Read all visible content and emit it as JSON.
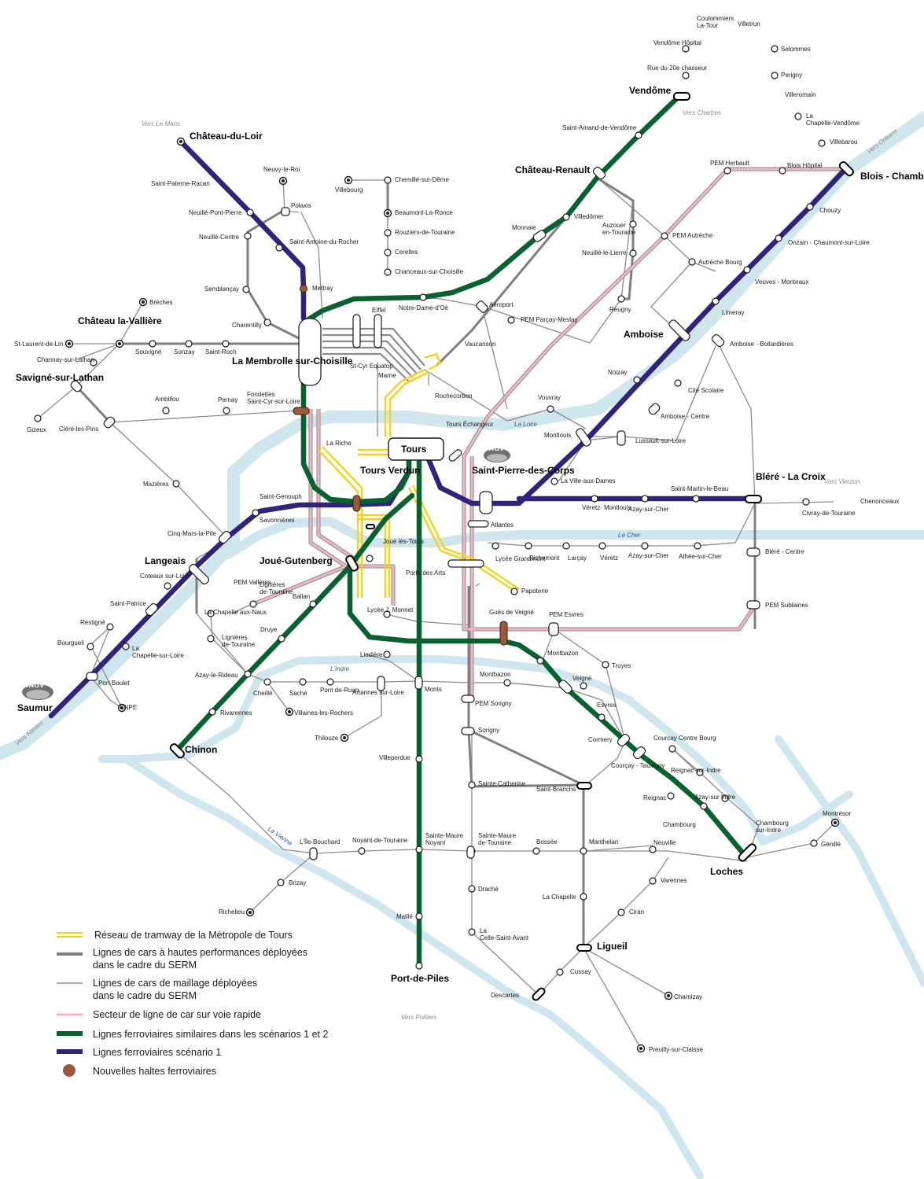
{
  "colors": {
    "river": "#cfe6ee",
    "tram": "#f4d21f",
    "bus_hp": "#7f7f7f",
    "bus_mesh": "#8c8c8c",
    "expressway": "#f0b7c0",
    "rail_green": "#0a6130",
    "rail_purple": "#30237a",
    "new_halt": "#9a583c"
  },
  "directions": [
    "Vers Le Mans",
    "Vers Chartres",
    "Vers Orléans",
    "Vers Vierzon",
    "Vers Nantes",
    "Vers Poitiers"
  ],
  "rivers": [
    "La Loire",
    "Le Cher",
    "L'Indre",
    "La Vienne"
  ],
  "hubs": [
    "Tours",
    "Tours Verdun",
    "Saint-Pierre-des-Corps",
    "La Membrolle sur-Choisille",
    "Joué-Gutenberg",
    "Château-du-Loir",
    "Château la-Vallière",
    "Savigné-sur-Lathan",
    "Vendôme",
    "Château-Renault",
    "Blois - Chambord",
    "Amboise",
    "Bléré - La Croix",
    "Langeais",
    "Saumur",
    "Chinon",
    "Port-de-Piles",
    "Loches",
    "Ligueil"
  ],
  "stations": [
    "Coulommiers La-Tour",
    "Villetrun",
    "Vendôme Hôpital",
    "Selommes",
    "Rue du 20e chasseur",
    "Perigny",
    "Villeromain",
    "La Chapelle-Vendôme",
    "Villebarou",
    "Saint-Amand-de-Vendôme",
    "PEM Herbault",
    "Blois Hôpital",
    "Chouzy",
    "Onzain - Chaumont-sur-Loire",
    "Veuves - Monteaux",
    "Limeray",
    "Amboise - Boitardières",
    "Cité Scolaire",
    "Amboise - Centre",
    "Lussault-sur-Loire",
    "Noizay",
    "Vouvray",
    "Montlouis",
    "La Ville-aux-Dames",
    "Saint-Martin-le-Beau",
    "Véretz- Montlouis",
    "Azay-sur-Cher",
    "Chenonceaux",
    "Civray-de-Touraine",
    "Bléré - Centre",
    "PEM Sublaines",
    "Villedômer",
    "Auzouer en-Touraine",
    "Neuillé-le-Lierre",
    "Reugny",
    "Monnaie",
    "PEM Autrèche",
    "Autrèche Bourg",
    "Aéroport",
    "PEM Parçay-Meslay",
    "Vaucanson",
    "Rochecorbon",
    "Tours Échangeur",
    "Neuvy-le-Roi",
    "Polaxis",
    "Villebourg",
    "Chemillé-sur-Dême",
    "Beaumont-La-Ronce",
    "Rouziers-de-Touraine",
    "Cerelles",
    "Chanceaux-sur-Choisille",
    "Notre-Dame-d'Oé",
    "Saint-Paterne-Racan",
    "Neuillé-Pont-Pierre",
    "Neuillé-Centre",
    "Saint-Antoine-du-Rocher",
    "Mettray",
    "Semblançay",
    "Charentilly",
    "Eiffel",
    "Marne",
    "St-Cyr Equatop",
    "Brèches",
    "St-Laurent-de-Lin",
    "Souvigné",
    "Sonzay",
    "Saint-Roch",
    "Channay-sur-Lathan",
    "Gizeux",
    "Ambillou",
    "Pernay",
    "Fondettes Saint-Cyr-sur-Loire",
    "Cléré-les-Pins",
    "La Riche",
    "Mazières",
    "Saint-Genouph",
    "Savonnières",
    "Cinq-Mars-la-Pile",
    "Coteaux sur-Loire",
    "Saint-Patrice",
    "Restigné",
    "Bourgueil",
    "La Chapelle-sur-Loire",
    "Port Boulet",
    "CNPE",
    "La Chapelle aux-Naux",
    "Lignières de-Touraine",
    "Lignières de-Touraine",
    "PEM Vallères",
    "Ballan",
    "Druye",
    "Azay-le-Rideau",
    "Rivarennes",
    "Cheillé",
    "Saché",
    "Pont de-Ruan",
    "Artannes sur-Loire",
    "Villaines-les-Rochers",
    "Thilouze",
    "Joué lès-Tours",
    "Porte des Arts",
    "Lycée J. Monnet",
    "Liodière",
    "Monts",
    "Atlantes",
    "Lycée Grandmont",
    "Richemont",
    "Larçay",
    "Véretz",
    "Azay-sur-Cher",
    "Athée-sur-Cher",
    "Papoterie",
    "Gués de Veigné",
    "PEM Esvres",
    "Montbazon",
    "Truyes",
    "Veigné",
    "Esvres",
    "Montbazon",
    "PEM Sorigny",
    "Sorigny",
    "Cormery",
    "Courcay Centre Bourg",
    "Courçay - Tauxigny",
    "Reignac sur-Indre",
    "Reignac",
    "Azay-sur Indre",
    "Chambourg",
    "Chambourg sur-Indre",
    "Montrésor",
    "Génillé",
    "Villeperdue",
    "Sainte-Catherine",
    "Saint-Branchs",
    "Sainte-Maure Noyant",
    "Sainte-Maure de-Touraine",
    "Bossée",
    "Manthelan",
    "Neuville",
    "L'Île-Bouchard",
    "Noyant-de-Touraine",
    "Brizay",
    "Richelieu",
    "Draché",
    "La Chapelle",
    "Varennes",
    "Ciran",
    "Maillé",
    "La Celle-Saint-Avant",
    "Cussay",
    "Descartes",
    "Charnizay",
    "Preuilly-sur-Claisse"
  ],
  "legend": [
    {
      "label": "Réseau de tramway de la Métropole de Tours",
      "kind": "tram"
    },
    {
      "label": "Lignes de cars à hautes performances déployées dans le cadre du SERM",
      "line1": "Lignes de cars à hautes performances déployées",
      "line2": "dans le cadre du SERM",
      "kind": "bus_hp"
    },
    {
      "label": "Lignes de cars de maillage déployées dans le cadre du SERM",
      "line1": "Lignes de cars de maillage déployées",
      "line2": "dans le cadre du SERM",
      "kind": "bus_mesh"
    },
    {
      "label": "Secteur de ligne de car sur voie rapide",
      "kind": "expressway"
    },
    {
      "label": "Lignes ferroviaires similaires dans les scénarios 1 et 2",
      "kind": "rail_green"
    },
    {
      "label": "Lignes ferroviaires scénario 1",
      "kind": "rail_purple"
    },
    {
      "label": "Nouvelles haltes ferroviaires",
      "kind": "new_halt"
    }
  ],
  "tagv": "TAGV"
}
